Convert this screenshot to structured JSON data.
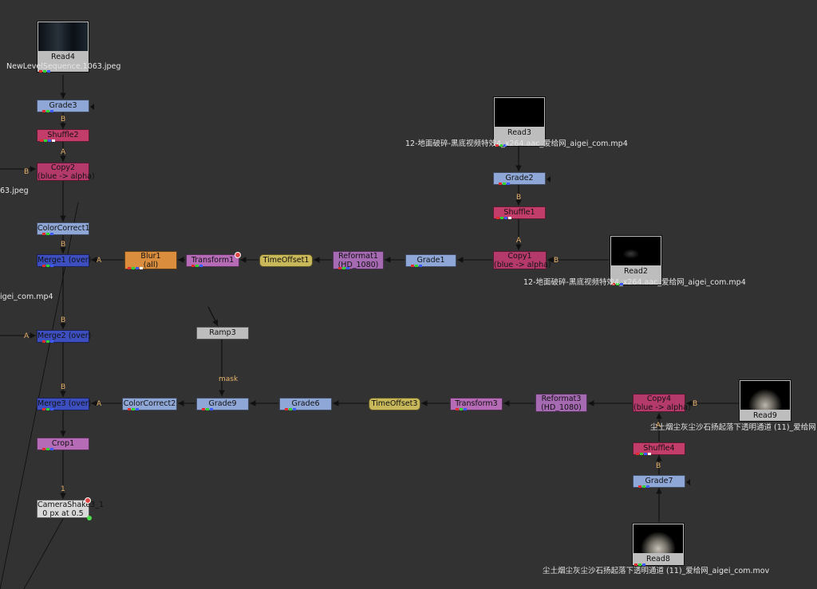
{
  "nodes": {
    "read4": {
      "label": "Read4",
      "file": "NewLevelSequence.1063.jpeg"
    },
    "read3": {
      "label": "Read3",
      "file": "12-地面破碎-黑底视频特效4_x264.aac_爱给网_aigei_com.mp4"
    },
    "read2": {
      "label": "Read2",
      "file": "12-地面破碎-黑底视频特效4_x264.aac_爱给网_aigei_com.mp4"
    },
    "read9": {
      "label": "Read9",
      "file": "尘土烟尘灰尘沙石扬起落下透明通道 (11)_爱给网"
    },
    "read8": {
      "label": "Read8",
      "file": "尘土烟尘灰尘沙石扬起落下透明通道 (11)_爱给网_aigei_com.mov"
    },
    "grade3": {
      "label": "Grade3"
    },
    "shuffle2": {
      "label": "Shuffle2"
    },
    "copy2": {
      "label": "Copy2",
      "sub": "(blue -> alpha)"
    },
    "colorcorrect1": {
      "label": "ColorCorrect1"
    },
    "merge1": {
      "label": "Merge1 (over)"
    },
    "blur1": {
      "label": "Blur1",
      "sub": "(all)"
    },
    "transform1": {
      "label": "Transform1"
    },
    "timeoffset1": {
      "label": "TimeOffset1"
    },
    "reformat1": {
      "label": "Reformat1",
      "sub": "(HD_1080)"
    },
    "grade1": {
      "label": "Grade1"
    },
    "copy1": {
      "label": "Copy1",
      "sub": "(blue -> alpha)"
    },
    "grade2": {
      "label": "Grade2"
    },
    "shuffle1": {
      "label": "Shuffle1"
    },
    "ramp3": {
      "label": "Ramp3"
    },
    "merge2": {
      "label": "Merge2 (over)"
    },
    "merge3": {
      "label": "Merge3 (over)"
    },
    "colorcorrect2": {
      "label": "ColorCorrect2"
    },
    "grade9": {
      "label": "Grade9"
    },
    "grade6": {
      "label": "Grade6"
    },
    "timeoffset3": {
      "label": "TimeOffset3"
    },
    "transform3": {
      "label": "Transform3"
    },
    "reformat3": {
      "label": "Reformat3",
      "sub": "(HD_1080)"
    },
    "copy4": {
      "label": "Copy4",
      "sub": "(blue -> alpha)"
    },
    "shuffle4": {
      "label": "Shuffle4"
    },
    "grade7": {
      "label": "Grade7"
    },
    "crop1": {
      "label": "Crop1"
    },
    "camerashake3": {
      "label": "CameraShake3_1",
      "sub": "0 px at 0.5"
    }
  },
  "offscreen_captions": {
    "left_jpeg": "63.jpeg",
    "left_mp4": "igei_com.mp4"
  },
  "input_labels": {
    "a": "A",
    "b": "B",
    "one": "1",
    "mask": "mask"
  },
  "node_colors": {
    "grade": "#8fa7d6",
    "shuffle": "#c33d6a",
    "copy": "#b43a6b",
    "merge": "#3d4fbf",
    "blur": "#d98d3d",
    "transform": "#b56bb5",
    "timeoffset": "#c9b85a",
    "reformat": "#a66ab3",
    "read": "#bdbdbd",
    "background": "#323232"
  }
}
